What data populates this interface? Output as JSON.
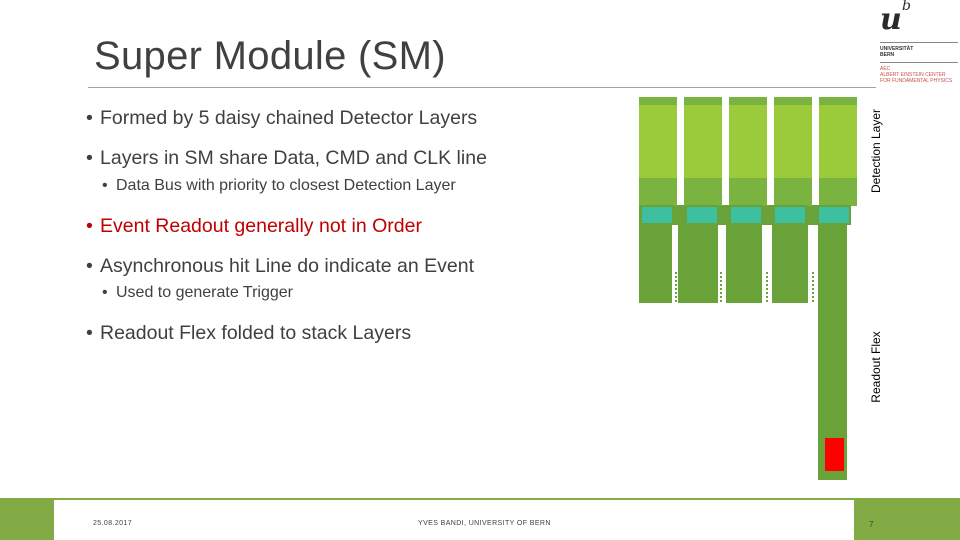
{
  "slide": {
    "title": "Super Module (SM)",
    "bullets": [
      {
        "text": "Formed by 5 daisy chained Detector Layers",
        "level": 1,
        "color": "#404040"
      },
      {
        "text": "Layers in SM share Data, CMD and CLK line",
        "level": 1,
        "color": "#404040"
      },
      {
        "text": "Data Bus with priority to closest Detection Layer",
        "level": 2,
        "color": "#404040"
      },
      {
        "text": "Event Readout generally not in Order",
        "level": 1,
        "color": "#c00000"
      },
      {
        "text": "Asynchronous hit Line do indicate an Event",
        "level": 1,
        "color": "#404040"
      },
      {
        "text": "Used to generate Trigger",
        "level": 2,
        "color": "#404040"
      },
      {
        "text": "Readout Flex folded to stack Layers",
        "level": 1,
        "color": "#404040"
      }
    ],
    "bullet_marker": "•"
  },
  "diagram": {
    "label_detection": "Detection Layer",
    "label_readout": "Readout Flex",
    "colors": {
      "flex_green": "#6aa23a",
      "light_green": "#9bcb3b",
      "mid_green": "#7bb341",
      "chip_teal": "#3dbfa0",
      "marker_red": "#ff0000"
    }
  },
  "footer": {
    "date": "25.08.2017",
    "author": "YVES BANDI, UNIVERSITY OF BERN",
    "page": "7"
  },
  "logo": {
    "mark": "u",
    "superscript": "b",
    "lines": [
      "UNIVERSITÄT",
      "BERN"
    ],
    "sub_lines": [
      "AEC",
      "ALBERT EINSTEIN CENTER",
      "FOR FUNDAMENTAL PHYSICS"
    ]
  }
}
